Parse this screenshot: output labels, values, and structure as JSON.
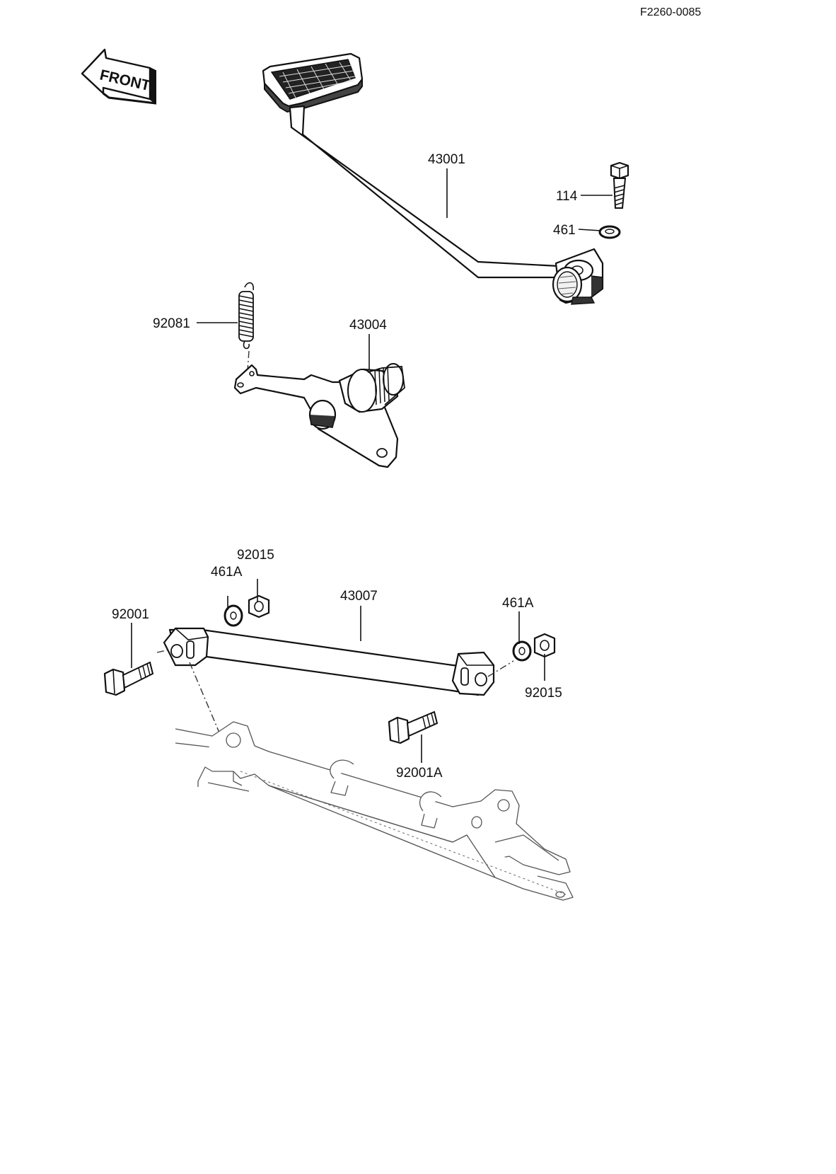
{
  "document": {
    "id": "F2260-0085",
    "front_label": "FRONT"
  },
  "callouts": {
    "brake_pedal": "43001",
    "pedal_bolt": "114",
    "pedal_washer": "461",
    "spring": "92081",
    "lever_shaft": "43004",
    "rod_nut_left": "92015",
    "rod_washer_left": "461A",
    "brake_rod": "43007",
    "rod_bolt_left": "92001",
    "rod_washer_right": "461A",
    "rod_nut_right": "92015",
    "rod_bolt_right": "92001A"
  },
  "icons": {
    "front_arrow": "front-arrow-icon"
  }
}
